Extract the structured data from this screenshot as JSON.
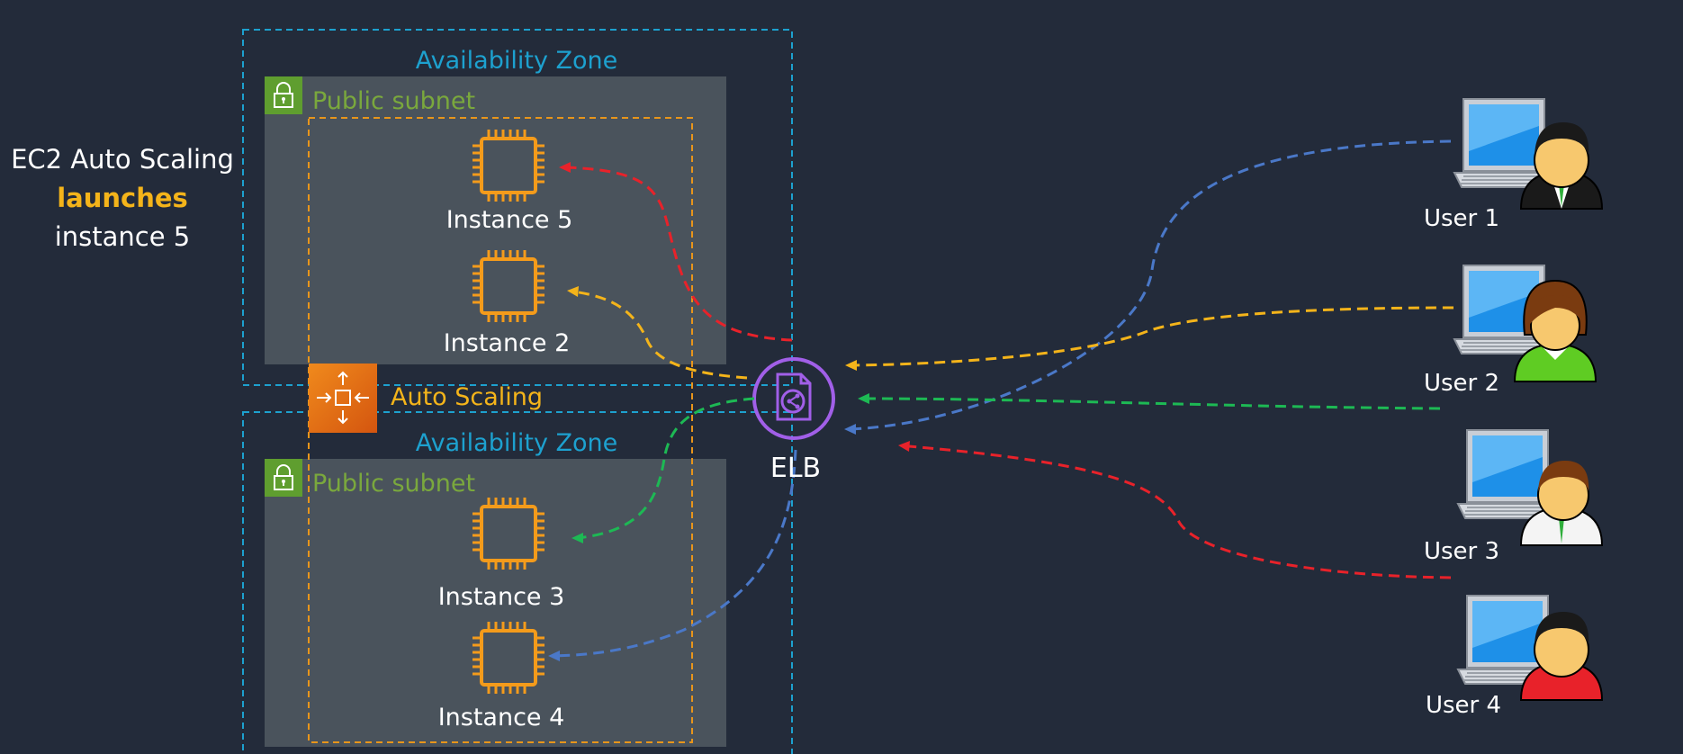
{
  "side_caption": {
    "line1": "EC2 Auto Scaling",
    "line2": "launches",
    "line3": "instance 5"
  },
  "zones": [
    {
      "title": "Availability Zone",
      "subnet": "Public subnet"
    },
    {
      "title": "Availability Zone",
      "subnet": "Public subnet"
    }
  ],
  "auto_scaling": {
    "label": "Auto Scaling",
    "icon": "auto-scaling-icon"
  },
  "instances": [
    {
      "label": "Instance 5",
      "icon": "ec2-chip-icon"
    },
    {
      "label": "Instance 2",
      "icon": "ec2-chip-icon"
    },
    {
      "label": "Instance 3",
      "icon": "ec2-chip-icon"
    },
    {
      "label": "Instance 4",
      "icon": "ec2-chip-icon"
    }
  ],
  "load_balancer": {
    "label": "ELB",
    "icon": "elb-icon"
  },
  "users": [
    {
      "label": "User 1",
      "icon": "laptop-user-icon"
    },
    {
      "label": "User 2",
      "icon": "laptop-user-icon"
    },
    {
      "label": "User 3",
      "icon": "laptop-user-icon"
    },
    {
      "label": "User 4",
      "icon": "laptop-user-icon"
    }
  ],
  "colors": {
    "background": "#232b3a",
    "zone_border": "#1da1cf",
    "subnet_fill": "#4a535c",
    "subnet_title": "#7aa83d",
    "subnet_lock": "#5f9e2f",
    "auto_scaling_border": "#e8951b",
    "auto_scaling_label": "#f4b41a",
    "chip": "#f49b1b",
    "elb": "#a15fe8",
    "flow_user1": "#4a78c8",
    "flow_user2": "#f4b41a",
    "flow_user3": "#1db954",
    "flow_user4": "#e8222a"
  }
}
